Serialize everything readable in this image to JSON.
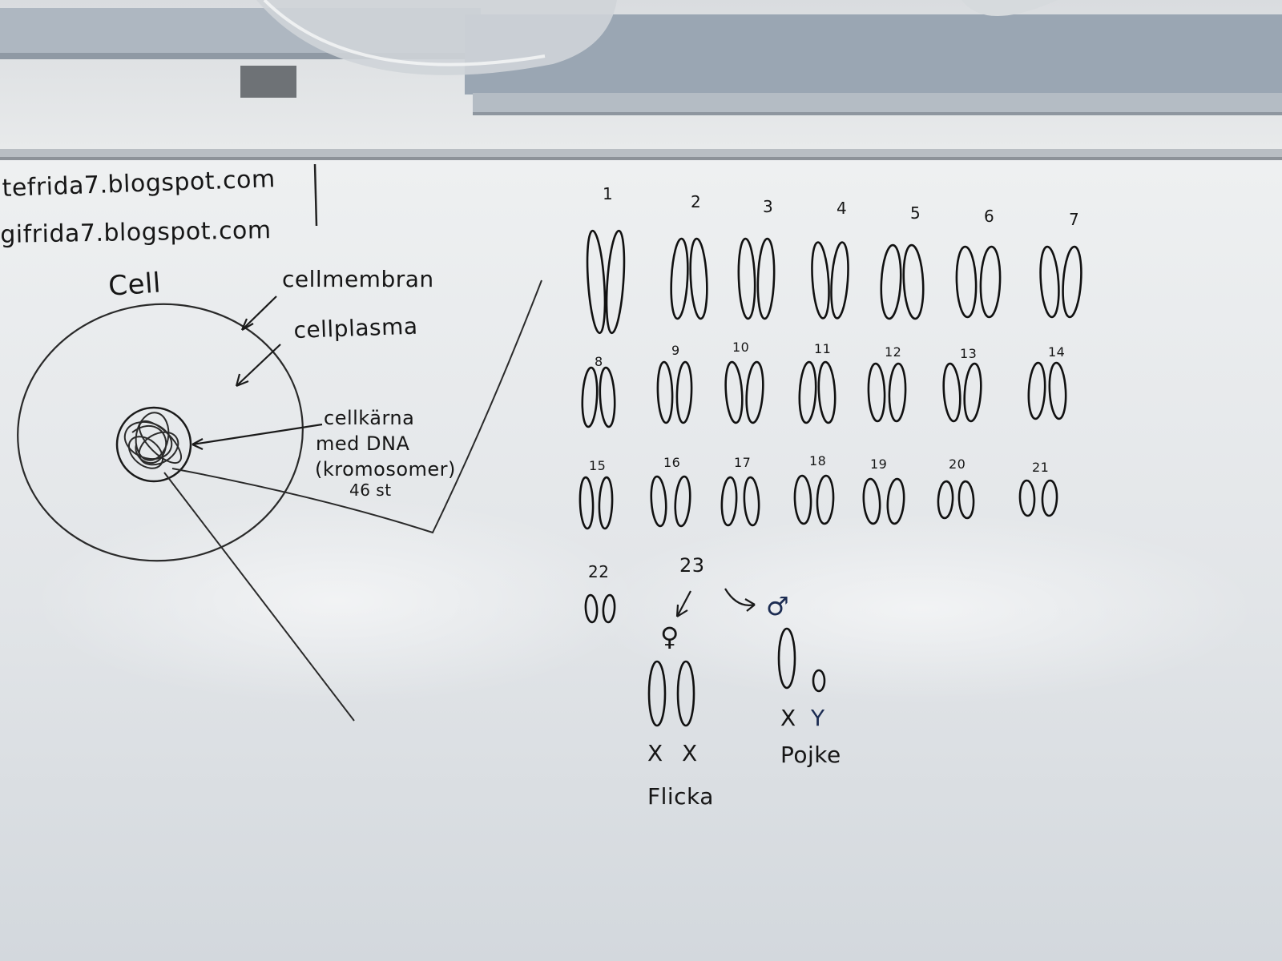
{
  "urls": [
    "tefrida7.blogspot.com",
    "gifrida7.blogspot.com"
  ],
  "cell": {
    "title": "Cell",
    "membrane": "cellmembran",
    "plasma": "cellplasma",
    "nucleus_lines": [
      "cellkärna",
      "med DNA",
      "(kromosomer)",
      "46 st"
    ]
  },
  "karyotype": {
    "numbers": [
      "1",
      "2",
      "3",
      "4",
      "5",
      "6",
      "7",
      "8",
      "9",
      "10",
      "11",
      "12",
      "13",
      "14",
      "15",
      "16",
      "17",
      "18",
      "19",
      "20",
      "21",
      "22"
    ],
    "pair23": "23",
    "female_symbol": "♀",
    "male_symbol": "♂",
    "female_letters": [
      "X",
      "X"
    ],
    "male_letters": [
      "X",
      "Y"
    ],
    "female_label": "Flicka",
    "male_label": "Pojke"
  }
}
